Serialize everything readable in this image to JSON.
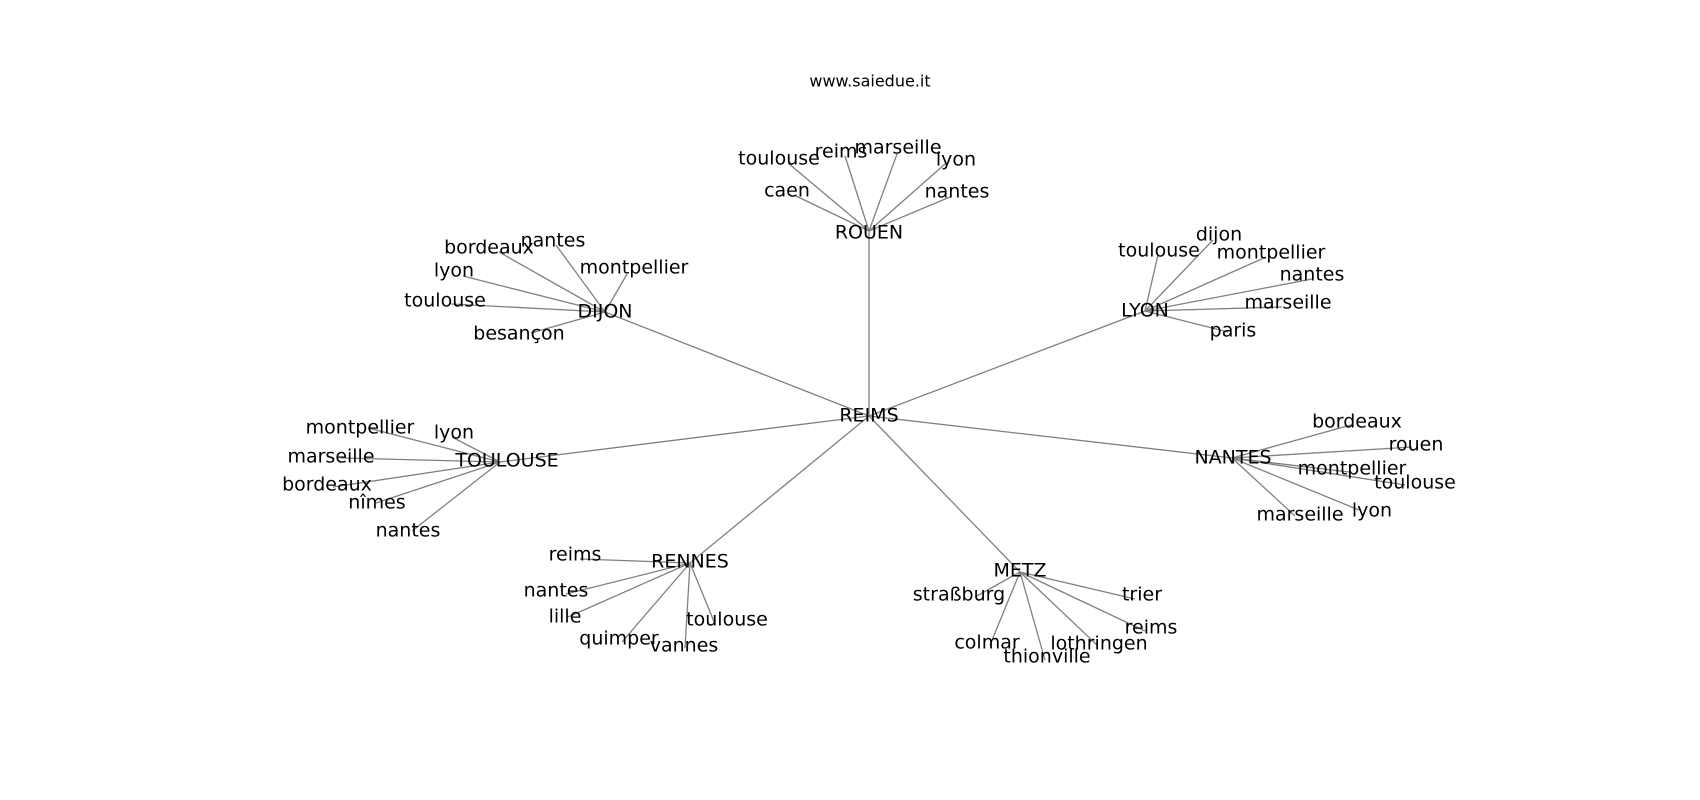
{
  "title": "www.saiedue.it",
  "colors": {
    "edge": "#808080",
    "text": "#000000",
    "background": "#ffffff"
  },
  "graph": {
    "center": "REIMS",
    "clusters": [
      {
        "hub": "ROUEN",
        "leaves": [
          "toulouse",
          "reims",
          "marseille",
          "lyon",
          "caen",
          "nantes"
        ]
      },
      {
        "hub": "DIJON",
        "leaves": [
          "bordeaux",
          "nantes",
          "montpellier",
          "lyon",
          "toulouse",
          "besançon"
        ]
      },
      {
        "hub": "LYON",
        "leaves": [
          "dijon",
          "toulouse",
          "montpellier",
          "nantes",
          "marseille",
          "paris"
        ]
      },
      {
        "hub": "TOULOUSE",
        "leaves": [
          "montpellier",
          "lyon",
          "marseille",
          "bordeaux",
          "nîmes",
          "nantes"
        ]
      },
      {
        "hub": "NANTES",
        "leaves": [
          "bordeaux",
          "rouen",
          "montpellier",
          "toulouse",
          "lyon",
          "marseille"
        ]
      },
      {
        "hub": "RENNES",
        "leaves": [
          "reims",
          "nantes",
          "lille",
          "quimper",
          "vannes",
          "toulouse"
        ]
      },
      {
        "hub": "METZ",
        "leaves": [
          "trier",
          "straßburg",
          "reims",
          "colmar",
          "lothringen",
          "thionville"
        ]
      }
    ]
  }
}
